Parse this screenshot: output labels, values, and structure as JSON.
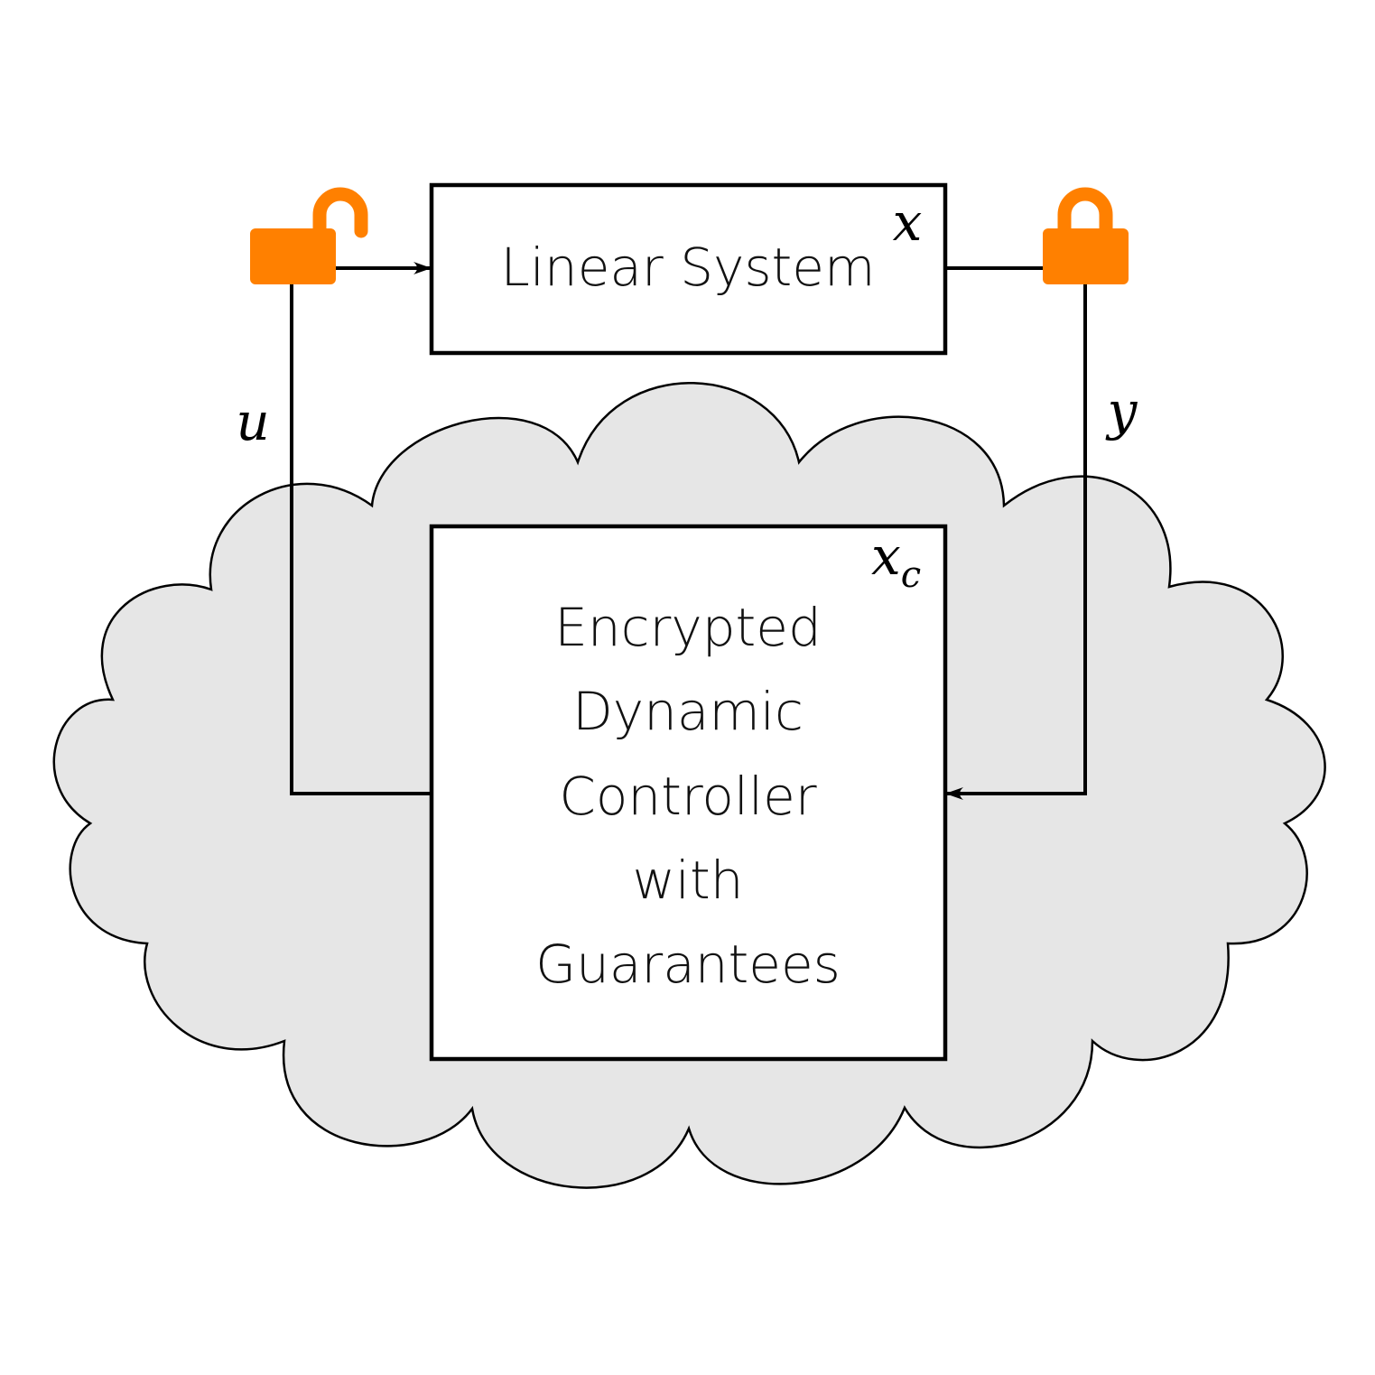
{
  "plant": {
    "label": "Linear System",
    "state": "x"
  },
  "controller": {
    "lines": [
      "Encrypted",
      "Dynamic",
      "Controller",
      "with",
      "Guarantees"
    ],
    "state_base": "x",
    "state_sub": "c"
  },
  "signals": {
    "input": "u",
    "output": "y"
  },
  "icons": {
    "input_lock": "lock-open-icon",
    "output_lock": "lock-closed-icon"
  },
  "colors": {
    "lock": "#FF8000",
    "cloud_fill": "#E6E6E6",
    "stroke": "#000000"
  }
}
